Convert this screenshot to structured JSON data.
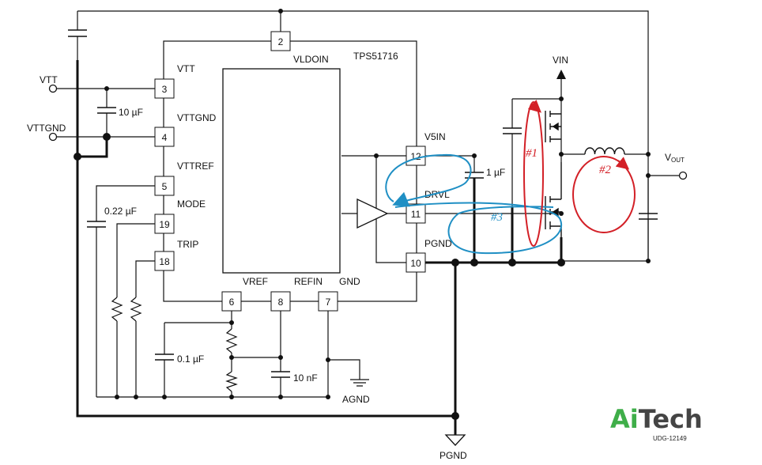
{
  "chip": {
    "name": "TPS51716",
    "inner_label": "VLDOIN"
  },
  "pins": [
    {
      "num": "2",
      "label": "VLDOIN"
    },
    {
      "num": "3",
      "label": "VTT"
    },
    {
      "num": "4",
      "label": "VTTGND"
    },
    {
      "num": "5",
      "label": "VTTREF"
    },
    {
      "num": "19",
      "label": "MODE"
    },
    {
      "num": "18",
      "label": "TRIP"
    },
    {
      "num": "6",
      "label": "VREF"
    },
    {
      "num": "8",
      "label": "REFIN"
    },
    {
      "num": "7",
      "label": "GND"
    },
    {
      "num": "12",
      "label": "V5IN"
    },
    {
      "num": "11",
      "label": "DRVL"
    },
    {
      "num": "10",
      "label": "PGND"
    }
  ],
  "nets": {
    "vtt": "VTT",
    "vttgnd": "VTTGND",
    "vin": "VIN",
    "vout_main": "V",
    "vout_sub": "OUT",
    "agnd": "AGND",
    "pgnd": "PGND"
  },
  "components": {
    "c_vtt": "10 µF",
    "c_vttref": "0.22 µF",
    "c_vref": "0.1 µF",
    "c_refin": "10 nF",
    "c_v5in": "1 µF"
  },
  "loops": [
    {
      "label": "#1",
      "color": "#d32027"
    },
    {
      "label": "#2",
      "color": "#d32027"
    },
    {
      "label": "#3",
      "color": "#1f8fc4"
    }
  ],
  "brand": {
    "ai": "Ai",
    "tech": "Tech",
    "ai_color": "#3fae49",
    "tech_color": "#444444"
  },
  "doc_id": "UDG-12149"
}
